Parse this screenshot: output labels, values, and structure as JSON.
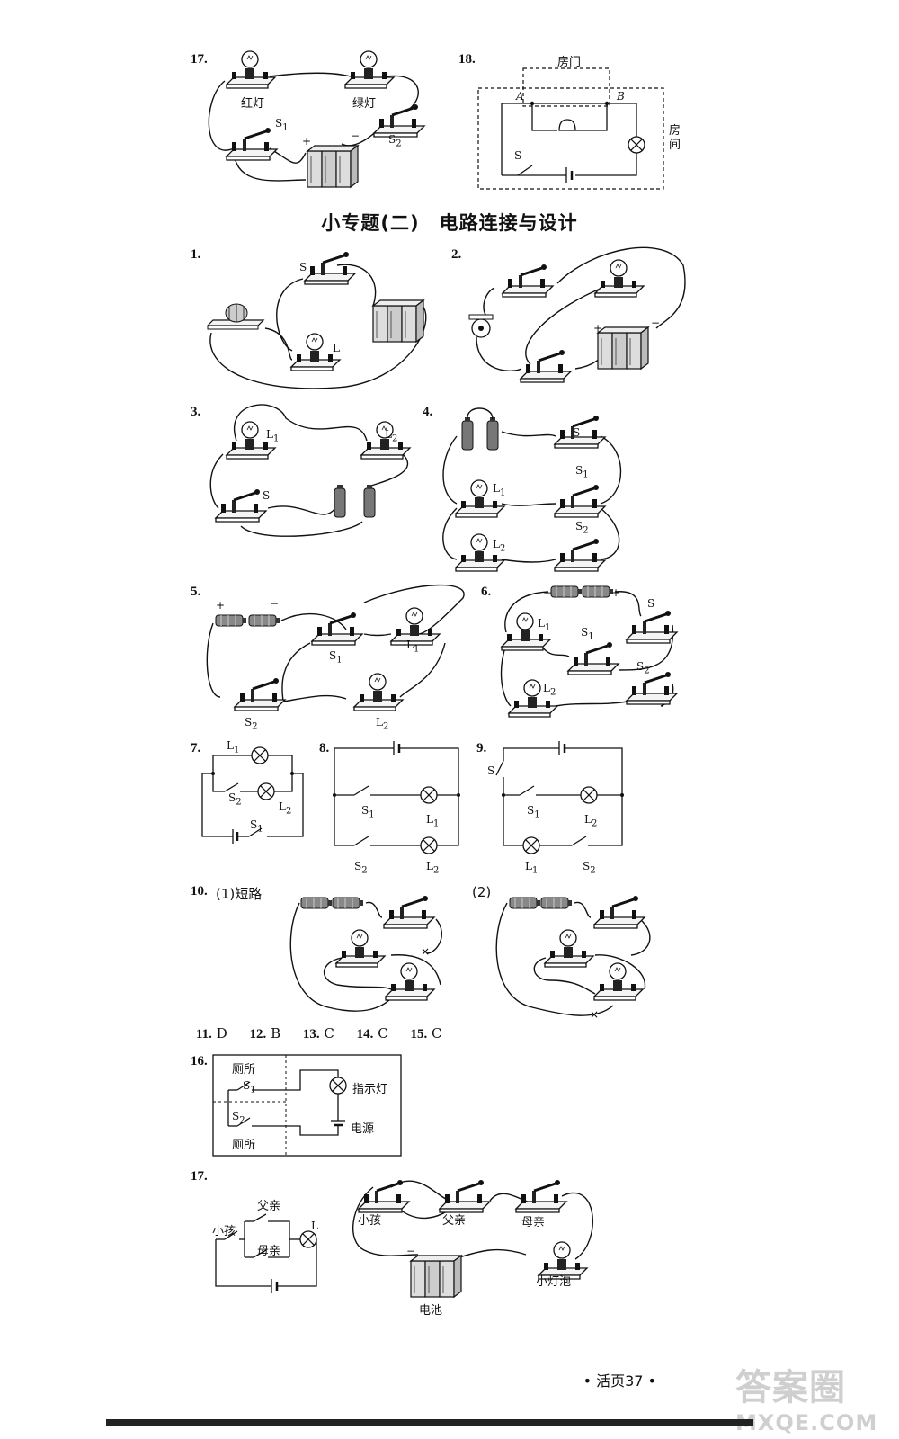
{
  "top": {
    "q17": {
      "num": "17.",
      "red": "红灯",
      "green": "绿灯",
      "s1": "S",
      "s1sub": "1",
      "s2": "S",
      "s2sub": "2",
      "plus": "+",
      "minus": "−"
    },
    "q18": {
      "num": "18.",
      "door": "房门",
      "room": "房间",
      "a": "A",
      "b": "B",
      "s": "S"
    }
  },
  "section_title": "小专题(二)　电路连接与设计",
  "q": {
    "q1": {
      "num": "1.",
      "s": "S",
      "l": "L"
    },
    "q2": {
      "num": "2.",
      "plus": "+",
      "minus": "−"
    },
    "q3": {
      "num": "3.",
      "l1": "L",
      "l1sub": "1",
      "l2": "L",
      "l2sub": "2",
      "s": "S"
    },
    "q4": {
      "num": "4.",
      "s": "S",
      "s1": "S",
      "s1sub": "1",
      "s2": "S",
      "s2sub": "2",
      "l1": "L",
      "l1sub": "1",
      "l2": "L",
      "l2sub": "2"
    },
    "q5": {
      "num": "5.",
      "plus": "+",
      "minus": "−",
      "s1": "S",
      "s1sub": "1",
      "l1": "L",
      "l1sub": "1",
      "s2": "S",
      "s2sub": "2",
      "l2": "L",
      "l2sub": "2"
    },
    "q6": {
      "num": "6.",
      "minus": "−",
      "plus": "+",
      "l1": "L",
      "l1sub": "1",
      "s": "S",
      "s1": "S",
      "s1sub": "1",
      "s2": "S",
      "s2sub": "2",
      "l2": "L",
      "l2sub": "2"
    },
    "q7": {
      "num": "7.",
      "l1": "L",
      "l1sub": "1",
      "s2": "S",
      "s2sub": "2",
      "l2": "L",
      "l2sub": "2",
      "s1": "S",
      "s1sub": "1"
    },
    "q8": {
      "num": "8.",
      "s1": "S",
      "s1sub": "1",
      "l1": "L",
      "l1sub": "1",
      "s2": "S",
      "s2sub": "2",
      "l2": "L",
      "l2sub": "2"
    },
    "q9": {
      "num": "9.",
      "s": "S",
      "s1": "S",
      "s1sub": "1",
      "l2": "L",
      "l2sub": "2",
      "l1": "L",
      "l1sub": "1",
      "s2": "S",
      "s2sub": "2"
    },
    "q10": {
      "num": "10.",
      "part1": "(1)短路",
      "part2": "(2)"
    },
    "answers": [
      {
        "num": "11.",
        "ans": "D"
      },
      {
        "num": "12.",
        "ans": "B"
      },
      {
        "num": "13.",
        "ans": "C"
      },
      {
        "num": "14.",
        "ans": "C"
      },
      {
        "num": "15.",
        "ans": "C"
      }
    ],
    "q16": {
      "num": "16.",
      "toilet1": "厕所",
      "toilet2": "厕所",
      "s1": "S",
      "s1sub": "1",
      "s2": "S",
      "s2sub": "2",
      "indicator": "指示灯",
      "power": "电源"
    },
    "q17b": {
      "num": "17.",
      "child": "小孩",
      "father": "父亲",
      "mother": "母亲",
      "l": "L",
      "child2": "小孩",
      "father2": "父亲",
      "mother2": "母亲",
      "battery": "电池",
      "bulb": "小灯泡",
      "minus": "−"
    }
  },
  "page": {
    "number": "• 活页37 •"
  },
  "watermark": {
    "text": "答案圈",
    "url": "MXQE.COM"
  }
}
